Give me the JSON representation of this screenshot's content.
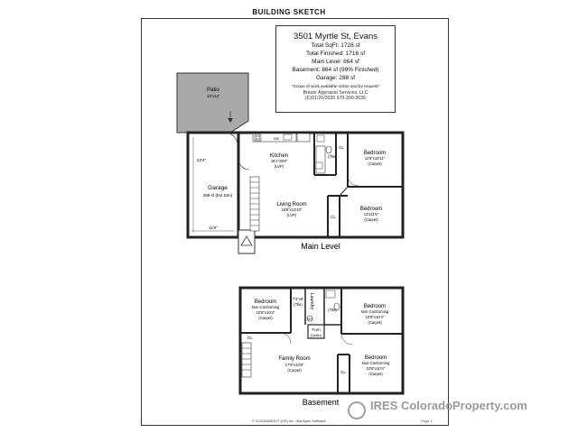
{
  "sheet_title": "BUILDING SKETCH",
  "info": {
    "address": "3501 Myrtle St, Evans",
    "total_sqft": "Total SqFt: 1728 sf",
    "total_finished": "Total Finished: 1716 sf",
    "main_level": "Main Level: 864 sf",
    "basement": "Basement: 864 sf (99% Finished)",
    "garage": "Garage: 288 sf",
    "note": "*Scope of work available online and by request*",
    "company": "Breuer Appraisal Services, LLC",
    "date_contact": "(C)01/26/2026  970-290-3636"
  },
  "main_level": {
    "label": "Main Level",
    "patio": {
      "name": "Patio",
      "dims": "18'x14'"
    },
    "garage": {
      "name": "Garage",
      "dims": "288 sf (Ext Dim)",
      "height_dim": "23'4\"",
      "width_dim": "11'8\""
    },
    "kitchen": {
      "name": "Kitchen",
      "dims": "18'1\"x9'8\"",
      "floor": "(LVP)"
    },
    "living_room": {
      "name": "Living Room",
      "dims": "15'8\"x13'10\"",
      "floor": "(LVP)"
    },
    "bedroom_1": {
      "name": "Bedroom",
      "dims": "11'6\"x10'11\"",
      "floor": "(Carpet)"
    },
    "bedroom_2": {
      "name": "Bedroom",
      "dims": "13'x11'5\"",
      "floor": "(Carpet)"
    },
    "bath": {
      "floor": "(Tile)"
    },
    "closet_1": "CL",
    "closet_2": "CL",
    "dw": "DW"
  },
  "basement_level": {
    "label": "Basement",
    "bedroom_left": {
      "name": "Bedroom",
      "status": "Non-Conforming",
      "dims": "10'8\"x10'4\"",
      "floor": "(Carpet)"
    },
    "bedroom_right_1": {
      "name": "Bedroom",
      "status": "Non-Conforming",
      "dims": "10'8\"x10'4\"",
      "floor": "(Carpet)"
    },
    "bedroom_right_2": {
      "name": "Bedroom",
      "status": "Non-Conforming",
      "dims": "10'8\"x10'4\"",
      "floor": "(Carpet)"
    },
    "family_room": {
      "name": "Family Room",
      "dims": "17'9\"x10'8\"",
      "floor": "(Carpet)"
    },
    "laundry": {
      "name": "Laundry",
      "dims": "7'4\"x6'",
      "floor": "(Tile)"
    },
    "bath": {
      "floor": "(Tile)"
    },
    "furnace": {
      "name": "Furn",
      "floor": "(Unfin)"
    },
    "wh": "WH",
    "closet_1": "CL",
    "closet_2": "CL"
  },
  "footer": "© iCOOKABOUT (US) Inc. dba Apex Software",
  "page_no": "Page 1",
  "watermark": "IRES ColoradoProperty.com"
}
